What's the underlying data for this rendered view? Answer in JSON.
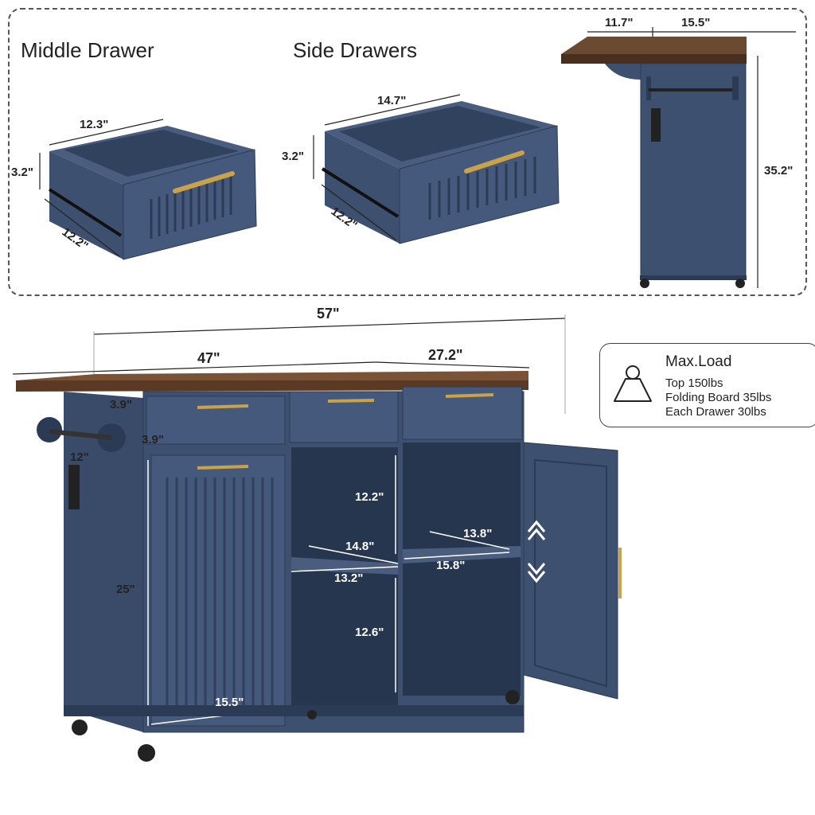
{
  "top": {
    "middle_drawer": {
      "title": "Middle Drawer",
      "width": "12.3\"",
      "height": "3.2\"",
      "depth": "12.2\""
    },
    "side_drawers": {
      "title": "Side Drawers",
      "width": "14.7\"",
      "height": "3.2\"",
      "depth": "12.2\""
    },
    "side_view": {
      "top_left": "11.7\"",
      "top_right": "15.5\"",
      "height": "35.2\""
    }
  },
  "main": {
    "overall_width": "57\"",
    "cabinet_width": "47\"",
    "fold_width": "27.2\"",
    "drawer_front_height": "3.9\"",
    "overhang": "3.9\"",
    "towel_bar": "12\"",
    "upper_shelf_height": "12.2\"",
    "shelf_depth_left": "14.8\"",
    "shelf_depth_right": "13.8\"",
    "shelf_width_left": "13.2\"",
    "shelf_width_right": "15.8\"",
    "lower_shelf_height": "12.6\"",
    "cabinet_height": "25\"",
    "left_door_width": "15.5\""
  },
  "max_load": {
    "title": "Max.Load",
    "lines": [
      "Top 150lbs",
      "Folding Board 35lbs",
      "Each Drawer 30lbs"
    ]
  },
  "colors": {
    "navy": "#3e5070",
    "navy_dark": "#2c3b55",
    "wood": "#6b4a32",
    "gold": "#c9a24a"
  }
}
